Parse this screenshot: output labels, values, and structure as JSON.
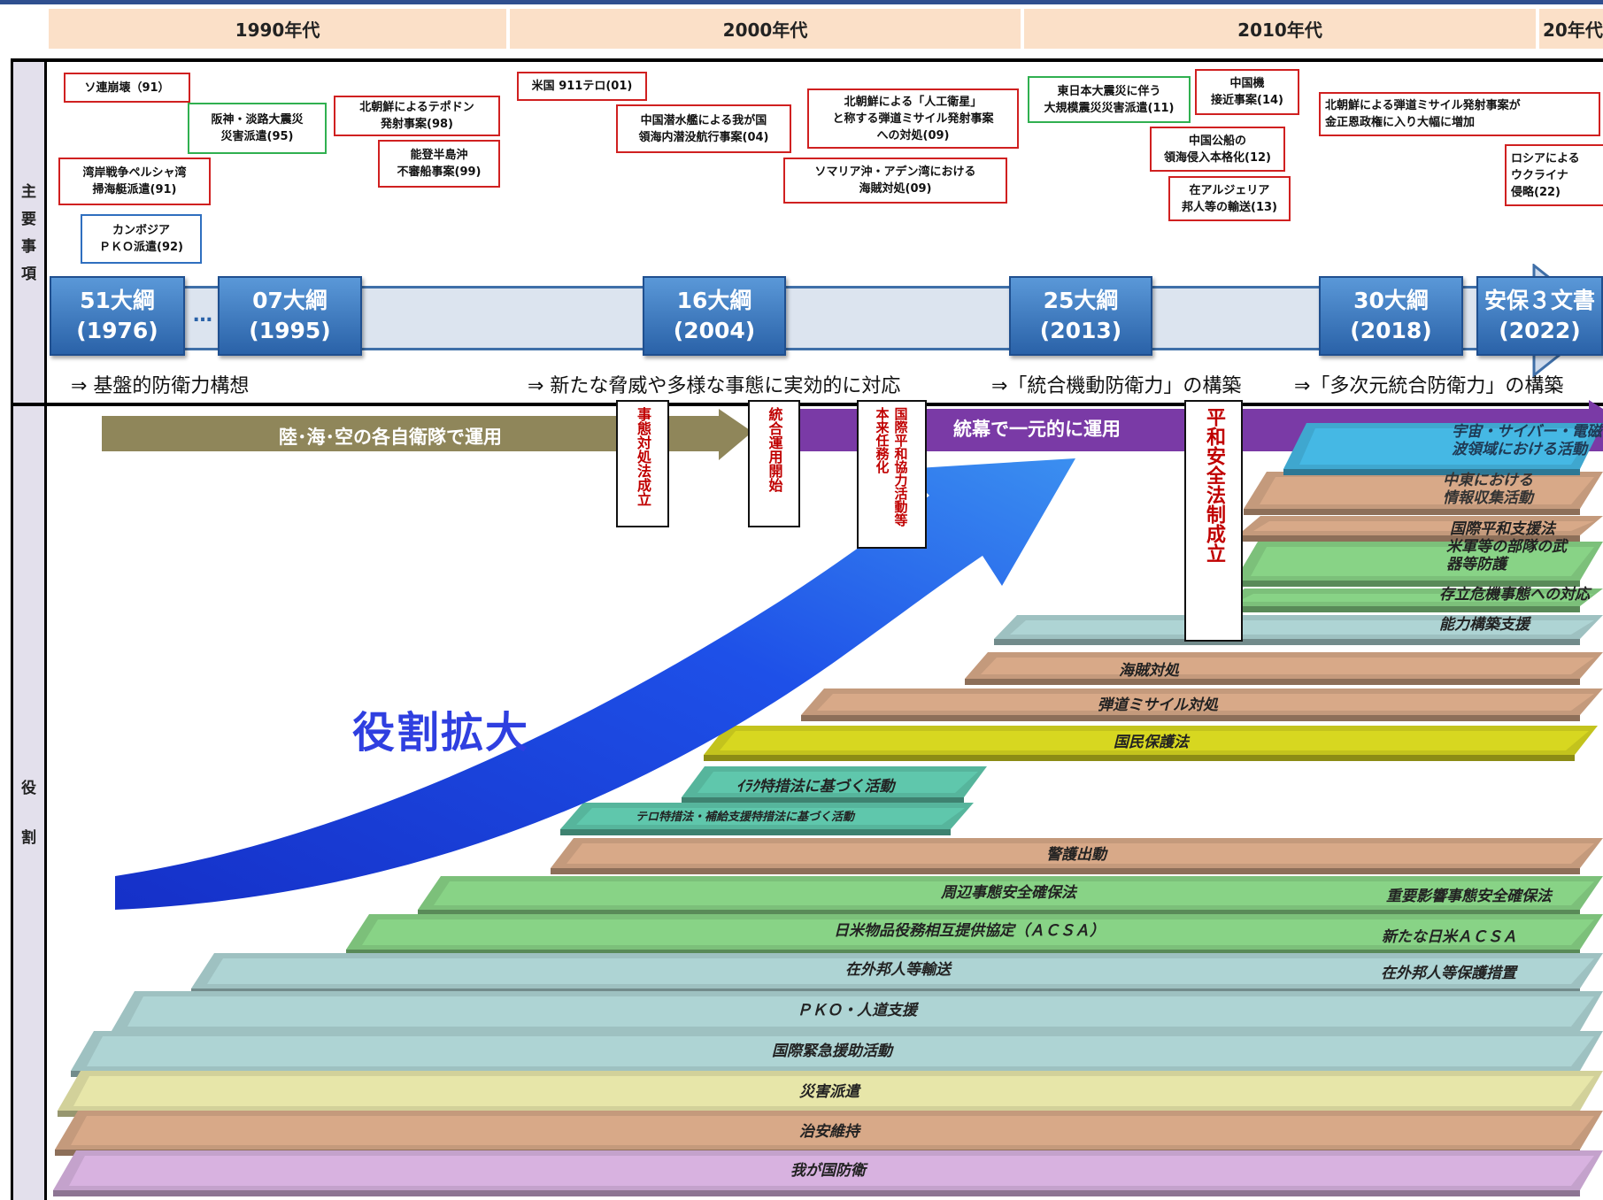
{
  "decades": [
    "1990年代",
    "2000年代",
    "2010年代",
    "20年代"
  ],
  "side_labels": {
    "top": [
      "主",
      "要",
      "事",
      "項"
    ],
    "bottom": [
      "役",
      "割"
    ]
  },
  "events": [
    {
      "text": "ソ連崩壊（91）"
    },
    {
      "text": "阪神・淡路大震災\n災害派遣(95)"
    },
    {
      "text": "北朝鮮によるテポドン\n発射事案(98)"
    },
    {
      "text": "能登半島沖\n不審船事案(99)"
    },
    {
      "text": "湾岸戦争ペルシャ湾\n掃海艇派遣(91)"
    },
    {
      "text": "カンボジア\nＰＫＯ派遣(92)"
    },
    {
      "text": "米国 911テロ(01)"
    },
    {
      "text": "中国潜水艦による我が国\n領海内潜没航行事案(04)"
    },
    {
      "text": "北朝鮮による「人工衛星」\nと称する弾道ミサイル発射事案\nへの対処(09)"
    },
    {
      "text": "ソマリア沖・アデン湾における\n海賊対処(09)"
    },
    {
      "text": "東日本大震災に伴う\n大規模震災災害派遣(11)"
    },
    {
      "text": "中国機\n接近事案(14)"
    },
    {
      "text": "中国公船の\n領海侵入本格化(12)"
    },
    {
      "text": "在アルジェリア\n邦人等の輸送(13)"
    },
    {
      "text": "北朝鮮による弾道ミサイル発射事案が\n金正恩政権に入り大幅に増加"
    },
    {
      "text": "ロシアによる\nウクライナ\n侵略(22)"
    }
  ],
  "timeline_dots": "…",
  "outlines": [
    {
      "name": "51大綱",
      "year": "(1976)"
    },
    {
      "name": "07大綱",
      "year": "(1995)"
    },
    {
      "name": "16大綱",
      "year": "(2004)"
    },
    {
      "name": "25大綱",
      "year": "(2013)"
    },
    {
      "name": "30大綱",
      "year": "(2018)"
    },
    {
      "name": "安保３文書",
      "year": "(2022)"
    }
  ],
  "philosophies": [
    "⇒ 基盤的防衛力構想",
    "⇒ 新たな脅威や多様な事態に実効的に対応",
    "⇒「統合機動防衛力」の構築",
    "⇒「多次元統合防衛力」の構築"
  ],
  "operations": {
    "individual": "陸･海･空の各自衛隊で運用",
    "joint": "統幕で一元的に運用"
  },
  "milestones": [
    "事態対処法成立",
    "統合運用開始",
    "国際平和協力活動等\n本来任務化",
    "平和安全法制成立"
  ],
  "role_expansion": "役割拡大",
  "roles": [
    "宇宙・サイバー・電磁\n波領域における活動",
    "中東における\n情報収集活動",
    "国際平和支援法",
    "米軍等の部隊の武\n器等防護",
    "存立危機事態への対応",
    "能力構築支援",
    "海賊対処",
    "弾道ミサイル対処",
    "国民保護法",
    "ｲﾗｸ特措法に基づく活動",
    "テロ特措法・補給支援特措法に基づく活動",
    "警護出動",
    "周辺事態安全確保法",
    "重要影響事態安全確保法",
    "日米物品役務相互提供協定（ＡＣＳＡ）",
    "新たな日米ＡＣＳＡ",
    "在外邦人等輸送",
    "在外邦人等保護措置",
    "ＰＫＯ・人道支援",
    "国際緊急援助活動",
    "災害派遣",
    "治安維持",
    "我が国防衛"
  ],
  "colors": {
    "olive": "#8f865a",
    "purple": "#7a3aa6",
    "brown": "#c49a7c",
    "green": "#7cc07a",
    "teal": "#9ec1c1",
    "khaki": "#d2d19a",
    "lavender": "#c4a2cc",
    "yellow": "#c3c31d",
    "sea": "#56b59c",
    "sky": "#3fa7cf",
    "arrow": "#1c3fd8"
  }
}
